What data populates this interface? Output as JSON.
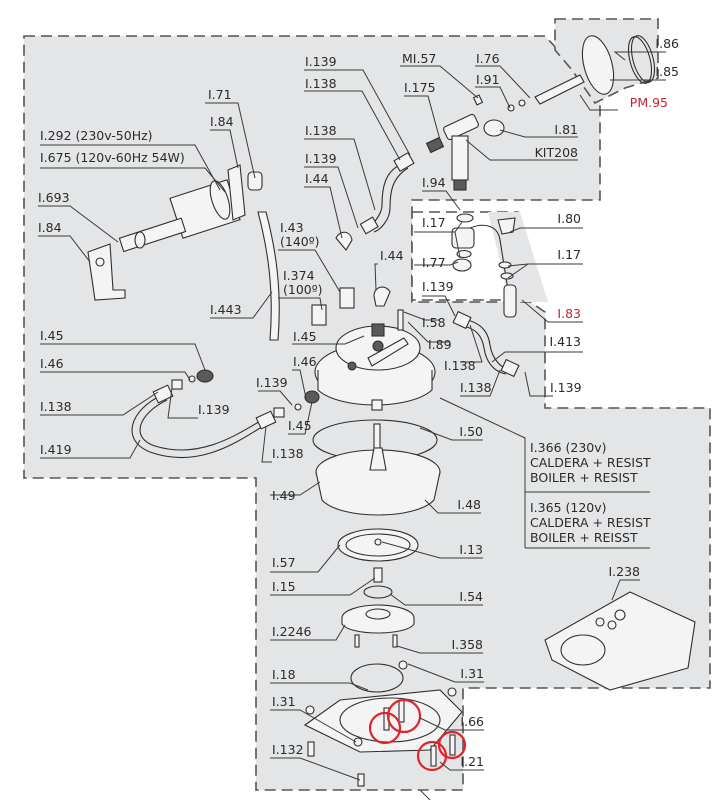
{
  "title": "Exploded parts diagram - boiler and pump assembly",
  "colors": {
    "background": "#e4e5e7",
    "label": "#2b2b2b",
    "highlight_label": "#c8242b",
    "marker_circle": "#e0242b"
  },
  "labels": {
    "l139_top": "I.139",
    "l138_top": "I.138",
    "l175": "I.175",
    "ml57": "MI.57",
    "l76": "I.76",
    "l91": "I.91",
    "l86": "I.86",
    "l85": "I.85",
    "pm95": "PM.95",
    "l81": "I.81",
    "kit208": "KIT208",
    "l71": "I.71",
    "l84_top": "I.84",
    "l292": "I.292 (230v-50Hz)",
    "l675": "I.675 (120v-60Hz 54W)",
    "l138_b": "I.138",
    "l139_b": "I.139",
    "l44_a": "I.44",
    "l94": "I.94",
    "l693": "I.693",
    "l84_b": "I.84",
    "l43": "I.43",
    "l43_angle": "(140º)",
    "l374": "I.374",
    "l374_angle": "(100º)",
    "l443": "I.443",
    "l17_a": "I.17",
    "l80": "I.80",
    "l44_b": "I.44",
    "l77": "I.77",
    "l17_b": "I.17",
    "l139_c": "I.139",
    "l83": "I.83",
    "l58": "I.58",
    "l89": "I.89",
    "l413": "I.413",
    "l45_a": "I.45",
    "l46_a": "I.46",
    "l138_c": "I.138",
    "l138_d": "I.138",
    "l139_d": "I.139",
    "l45_left": "I.45",
    "l46_left": "I.46",
    "l138_left": "I.138",
    "l139_left": "I.139",
    "l419": "I.419",
    "l139_mid": "I.139",
    "l45_mid": "I.45",
    "l138_mid": "I.138",
    "l50": "I.50",
    "l366": "I.366 (230v)",
    "l366_line2": "CALDERA + RESIST",
    "l366_line3": "BOILER + RESIST",
    "l365": "I.365 (120v)",
    "l365_line2": "CALDERA + RESIST",
    "l365_line3": "BOILER + REISST",
    "l49": "I.49",
    "l48": "I.48",
    "l57": "I.57",
    "l13": "I.13",
    "l15": "I.15",
    "l54": "I.54",
    "l2246": "I.2246",
    "l358": "I.358",
    "l238": "I.238",
    "l18": "I.18",
    "l31_a": "I.31",
    "l31_b": "I.31",
    "l66": "I.66",
    "l132": "I.132",
    "l21": "I.21"
  }
}
